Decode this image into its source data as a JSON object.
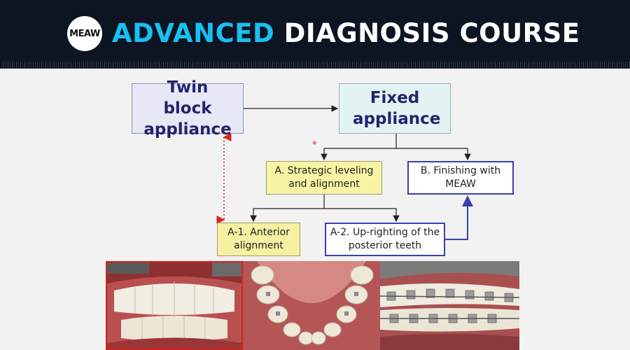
{
  "header": {
    "logo_text": "MEAW",
    "title_accent": "ADVANCED",
    "title_rest": "DIAGNOSIS COURSE"
  },
  "diagram": {
    "nodes": {
      "twin_block": "Twin block appliance",
      "fixed": "Fixed appliance",
      "a": "A. Strategic leveling and alignment",
      "b": "B. Finishing with MEAW",
      "a1": "A-1. Anterior alignment",
      "a2": "A-2.  Up-righting of the posterior teeth"
    },
    "marker": "*"
  },
  "photos": [
    {
      "name": "frontal-occlusion-photo"
    },
    {
      "name": "lower-occlusal-photo"
    },
    {
      "name": "lateral-braces-photo"
    }
  ],
  "colors": {
    "header_bg": "#0d1422",
    "accent": "#19c0f0",
    "blue_border": "#3b3fb0",
    "yellow_fill": "#f7f4a6",
    "dotted_red": "#e0201e"
  }
}
